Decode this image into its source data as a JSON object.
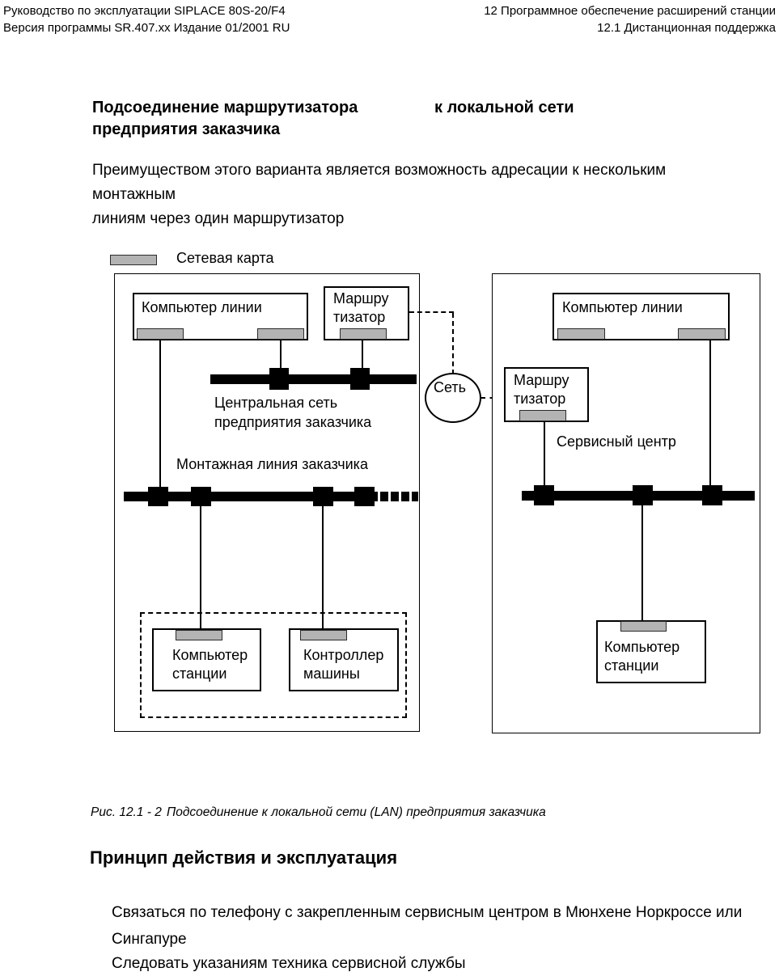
{
  "header": {
    "left_line1": "Руководство по эксплуатации SIPLACE 80S-20/F4",
    "left_line2": "Версия программы SR.407.xx  Издание 01/2001 RU",
    "right_line1": "12 Программное обеспечение расширений станции",
    "right_line2": "12.1 Дистанционная поддержка"
  },
  "section": {
    "heading_part1": "Подсоединение маршрутизатора",
    "heading_part2": "к локальной сети",
    "heading_line2": "предприятия заказчика",
    "intro": "Преимуществом этого варианта является возможность адресации к нескольким монтажным\nлиниям через один маршрутизатор"
  },
  "diagram": {
    "legend_label": "Сетевая карта",
    "cloud_label": "Сеть",
    "left": {
      "line_computer_label": "Компьютер линии",
      "router_label": "Маршру\nтизатор",
      "central_net_label": "Центральная сеть\nпредприятия заказчика",
      "assembly_line_label": "Монтажная линия заказчика",
      "station_computer_label": "Компьютер\nстанции",
      "machine_controller_label": "Контроллер\nмашины"
    },
    "right": {
      "line_computer_label": "Компьютер линии",
      "router_label": "Маршру\nтизатор",
      "service_center_label": "Сервисный центр",
      "station_computer_label": "Компьютер\nстанции"
    },
    "colors": {
      "network_card_fill": "#b3b3b3",
      "line_color": "#000000"
    }
  },
  "caption": {
    "figure_label": "Рис. 12.1 - 2",
    "text": "Подсоединение к локальной сети (LAN) предприятия заказчика"
  },
  "principle": {
    "title": "Принцип действия и эксплуатация",
    "para1": "Связаться по телефону с закрепленным сервисным центром  в Мюнхене  Норкроссе или\nСингапуре",
    "para2": "Следовать указаниям техника сервисной службы"
  }
}
